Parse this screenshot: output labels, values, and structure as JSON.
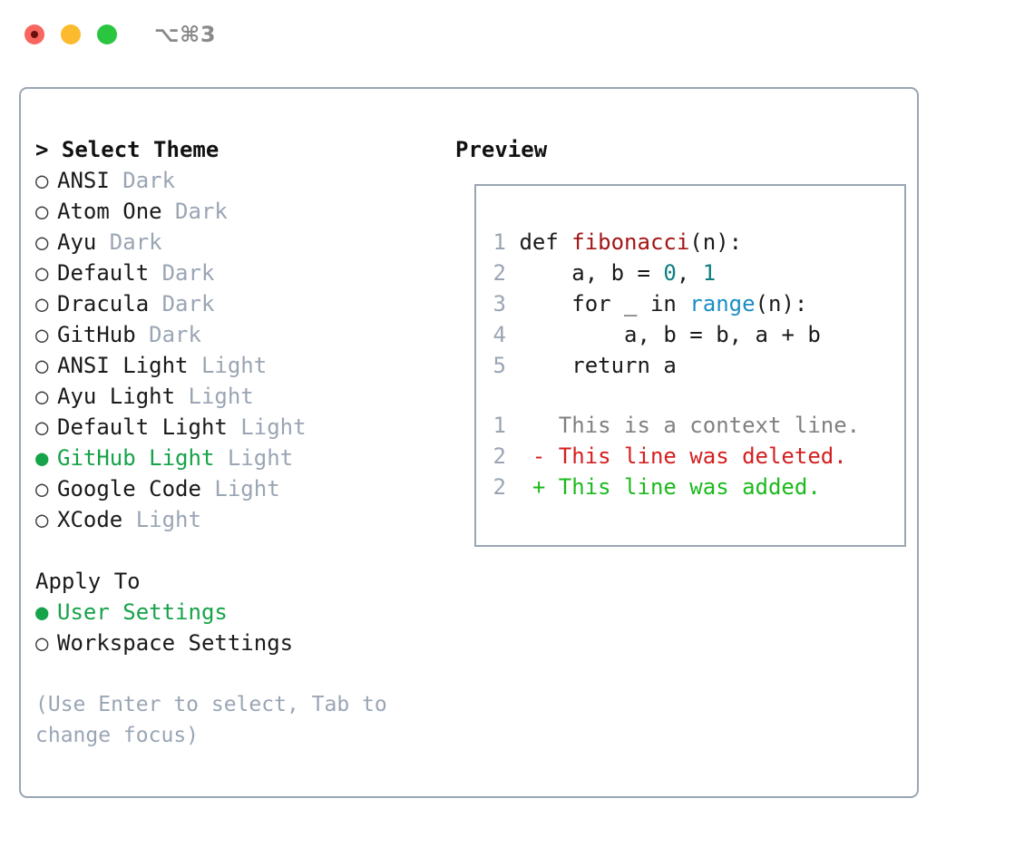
{
  "window": {
    "shortcut": "⌥⌘3",
    "traffic_lights": [
      {
        "name": "close",
        "color": "#f9655f"
      },
      {
        "name": "minimize",
        "color": "#fcbb2e"
      },
      {
        "name": "maximize",
        "color": "#2bc63f"
      }
    ],
    "border_color": "#9aa5b4",
    "accent_color": "#16a34a",
    "muted_color": "#9aa5b4"
  },
  "theme_picker": {
    "header": "> Select Theme",
    "bullet_unselected": "○",
    "bullet_selected": "●",
    "items": [
      {
        "name": "ANSI",
        "variant": "Dark",
        "selected": false
      },
      {
        "name": "Atom One",
        "variant": "Dark",
        "selected": false
      },
      {
        "name": "Ayu",
        "variant": "Dark",
        "selected": false
      },
      {
        "name": "Default",
        "variant": "Dark",
        "selected": false
      },
      {
        "name": "Dracula",
        "variant": "Dark",
        "selected": false
      },
      {
        "name": "GitHub",
        "variant": "Dark",
        "selected": false
      },
      {
        "name": "ANSI Light",
        "variant": "Light",
        "selected": false
      },
      {
        "name": "Ayu Light",
        "variant": "Light",
        "selected": false
      },
      {
        "name": "Default Light",
        "variant": "Light",
        "selected": false
      },
      {
        "name": "GitHub Light",
        "variant": "Light",
        "selected": true
      },
      {
        "name": "Google Code",
        "variant": "Light",
        "selected": false
      },
      {
        "name": "XCode",
        "variant": "Light",
        "selected": false
      }
    ]
  },
  "apply_to": {
    "header": "Apply To",
    "items": [
      {
        "name": "User Settings",
        "selected": true
      },
      {
        "name": "Workspace Settings",
        "selected": false
      }
    ]
  },
  "hint": "(Use Enter to select, Tab to change focus)",
  "preview": {
    "title": "Preview",
    "code_lines": [
      {
        "num": "1",
        "tokens": [
          {
            "text": "def ",
            "type": "plain"
          },
          {
            "text": "fibonacci",
            "type": "func"
          },
          {
            "text": "(n):",
            "type": "plain"
          }
        ]
      },
      {
        "num": "2",
        "tokens": [
          {
            "text": "    a, b = ",
            "type": "plain"
          },
          {
            "text": "0",
            "type": "num"
          },
          {
            "text": ", ",
            "type": "plain"
          },
          {
            "text": "1",
            "type": "num"
          }
        ]
      },
      {
        "num": "3",
        "tokens": [
          {
            "text": "    for _ in ",
            "type": "plain"
          },
          {
            "text": "range",
            "type": "builtin"
          },
          {
            "text": "(n):",
            "type": "plain"
          }
        ]
      },
      {
        "num": "4",
        "tokens": [
          {
            "text": "        a, b = b, a + b",
            "type": "plain"
          }
        ]
      },
      {
        "num": "5",
        "tokens": [
          {
            "text": "    return a",
            "type": "plain"
          }
        ]
      }
    ],
    "diff_lines": [
      {
        "num": "1",
        "marker": " ",
        "text": "This is a context line.",
        "kind": "ctx"
      },
      {
        "num": "2",
        "marker": "-",
        "text": "This line was deleted.",
        "kind": "del"
      },
      {
        "num": "2",
        "marker": "+",
        "text": "This line was added.",
        "kind": "add"
      }
    ]
  }
}
